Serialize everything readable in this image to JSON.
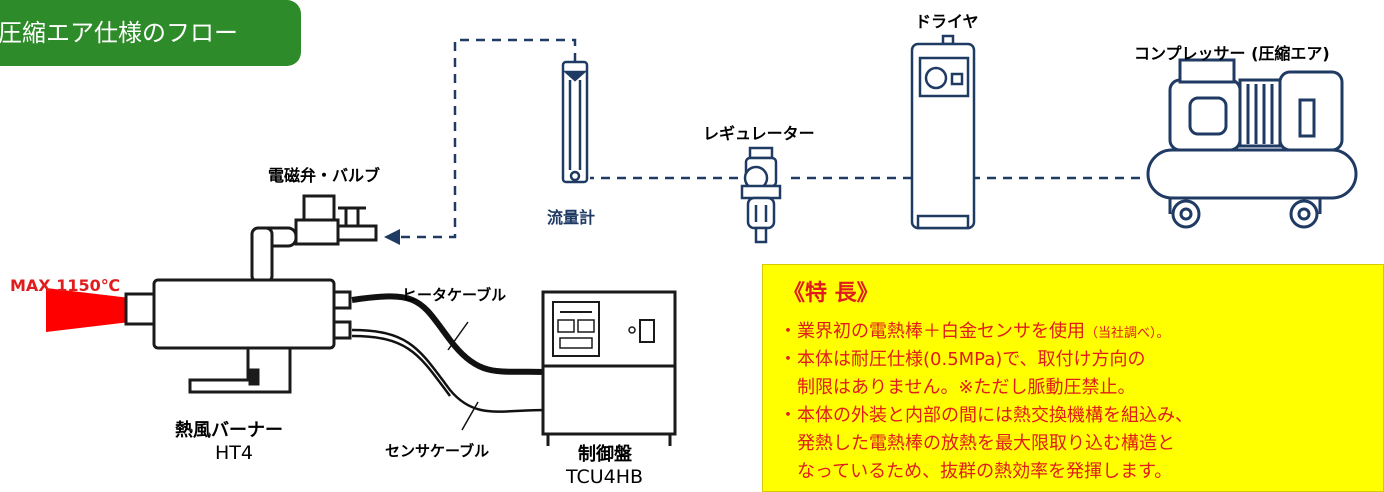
{
  "header": {
    "title": "圧縮エア仕様のフロー"
  },
  "labels": {
    "dryer": "ドライヤ",
    "compressor": "コンプレッサー (圧縮エア)",
    "regulator": "レギュレーター",
    "solenoid": "電磁弁・バルブ",
    "flowmeter": "流量計",
    "max_temp": "MAX 1150℃",
    "heater_cable": "ヒータケーブル",
    "sensor_cable": "センサケーブル",
    "burner_name": "熱風バーナー",
    "burner_model": "HT4",
    "controller_name": "制御盤",
    "controller_model": "TCU4HB"
  },
  "features": {
    "heading": "《特 長》",
    "items": [
      {
        "text": "・業界初の電熱棒＋白金センサを使用",
        "note": "（当社調べ）。"
      },
      {
        "text": "・本体は耐圧仕様(0.5MPa)で、取付け方向の",
        "note": ""
      },
      {
        "text": "　制限はありません。※ただし脈動圧禁止。",
        "note": ""
      },
      {
        "text": "・本体の外装と内部の間には熱交換機構を組込み、",
        "note": ""
      },
      {
        "text": "　発熱した電熱棒の放熱を最大限取り込む構造と",
        "note": ""
      },
      {
        "text": "　なっているため、抜群の熱効率を発揮します。",
        "note": ""
      }
    ]
  },
  "colors": {
    "tab_green": "#2e8b2a",
    "line_navy": "#1f3a63",
    "flame_red": "#ff0000",
    "highlight_yellow": "#ffff00",
    "feature_red": "#e01c1c"
  }
}
